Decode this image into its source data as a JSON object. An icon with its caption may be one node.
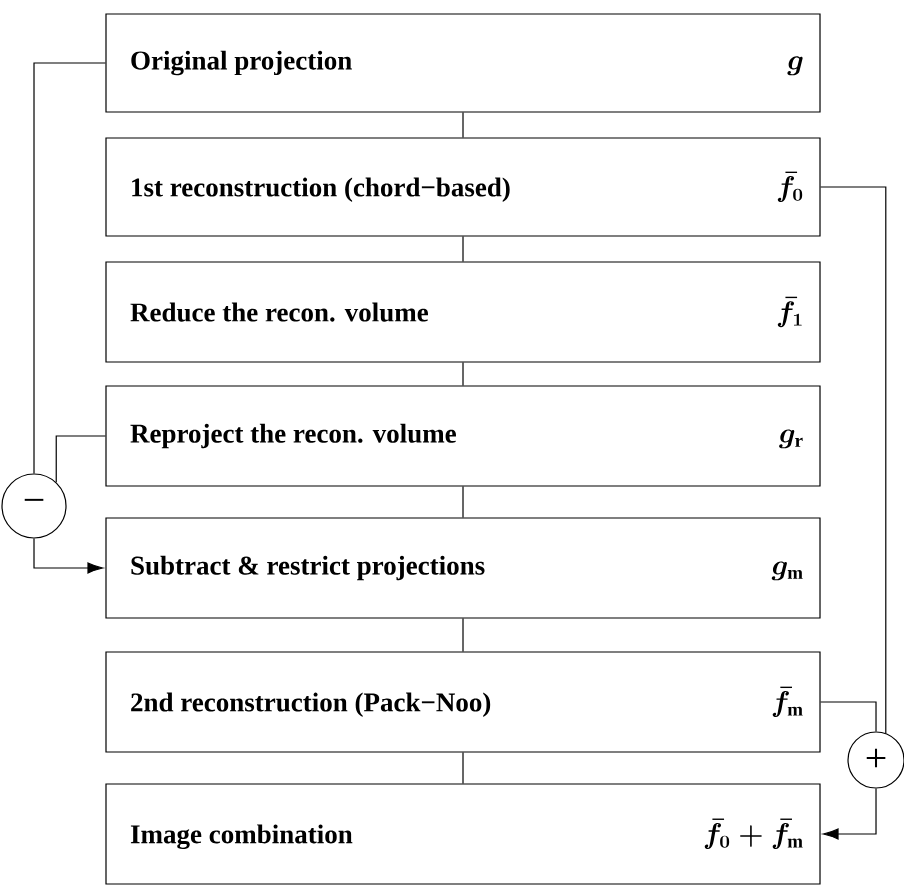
{
  "diagram": {
    "nodes": [
      {
        "text": [
          "Original projection",
          "g"
        ]
      },
      {
        "text": [
          "1st reconstruction (chord−based)",
          "\\bar{f}_0"
        ]
      },
      {
        "text": [
          "Reduce the recon. volume",
          "\\bar{f}_1"
        ]
      },
      {
        "text": [
          "Reproject the recon. volume",
          "g_{\\mathrm{r}}"
        ]
      },
      {
        "text": [
          "Subtract & restrict projections",
          "g_{\\mathrm{m}}"
        ]
      },
      {
        "text": [
          "2nd reconstruction (Pack−Noo)",
          "\\bar{f}_{\\mathrm{m}}"
        ]
      },
      {
        "text": [
          "Image combination",
          "\\bar{f}_0+\\bar{f}_{\\mathrm{m}}"
        ]
      },
      {
        "text": [
          "−"
        ]
      },
      {
        "text": [
          "+"
        ]
      }
    ],
    "edges": [
      {
        "from": 0,
        "to": 1,
        "arrow": "none"
      },
      {
        "from": 1,
        "to": 2,
        "arrow": "none"
      },
      {
        "from": 2,
        "to": 3,
        "arrow": "none"
      },
      {
        "from": 3,
        "to": 4,
        "arrow": "none"
      },
      {
        "from": 4,
        "to": 5,
        "arrow": "none"
      },
      {
        "from": 5,
        "to": 6,
        "arrow": "none"
      },
      {
        "from": 0,
        "to": 7,
        "arrow": "none"
      },
      {
        "from": 3,
        "to": 7,
        "arrow": "none"
      },
      {
        "from": 7,
        "to": 4,
        "arrow": "to"
      },
      {
        "from": 1,
        "to": 8,
        "arrow": "none"
      },
      {
        "from": 5,
        "to": 8,
        "arrow": "none"
      },
      {
        "from": 8,
        "to": 6,
        "arrow": "to"
      }
    ]
  }
}
